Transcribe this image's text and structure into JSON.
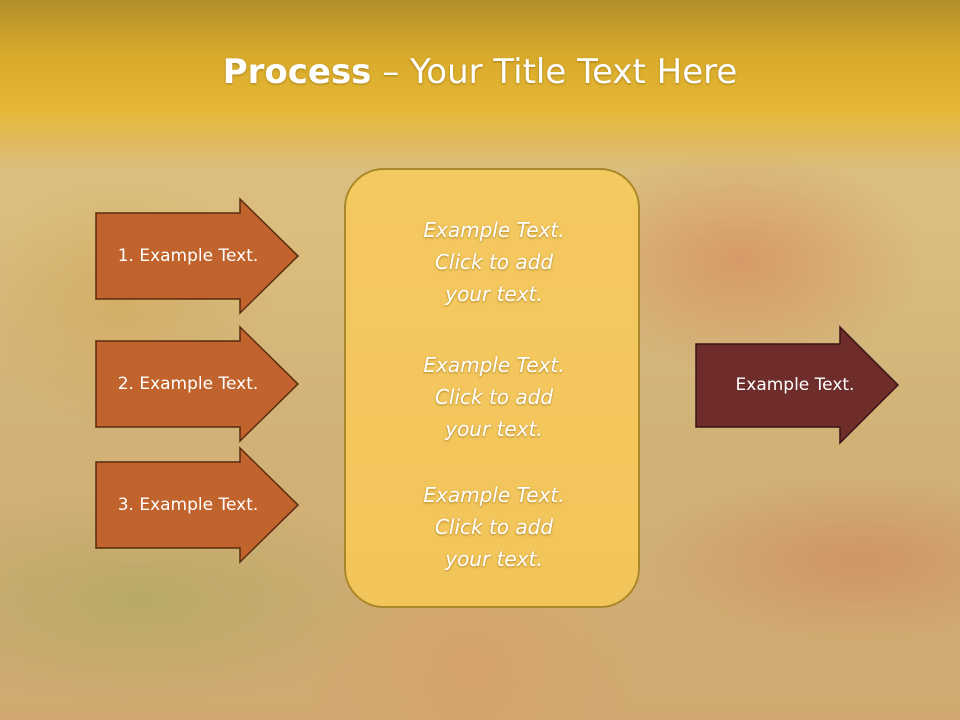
{
  "slide": {
    "title_bold": "Process",
    "title_rest": " – Your Title Text Here"
  },
  "steps": [
    {
      "label": "1. Example Text."
    },
    {
      "label": "2. Example Text."
    },
    {
      "label": "3. Example Text."
    }
  ],
  "center_box": {
    "paragraphs": [
      {
        "line1": "Example Text.",
        "line2": "Click  to add",
        "line3": "your text."
      },
      {
        "line1": "Example Text.",
        "line2": "Click  to add",
        "line3": "your text."
      },
      {
        "line1": "Example Text.",
        "line2": "Click  to add",
        "line3": "your text."
      }
    ]
  },
  "output": {
    "label": "Example Text."
  },
  "colors": {
    "step_fill": "#c0632c",
    "step_border": "#5a2a10",
    "output_fill": "#6e2d2b",
    "output_border": "#3a1412",
    "center_fill": "#f3c85c",
    "center_border": "#a8882a",
    "title_band": "#e6b734"
  }
}
